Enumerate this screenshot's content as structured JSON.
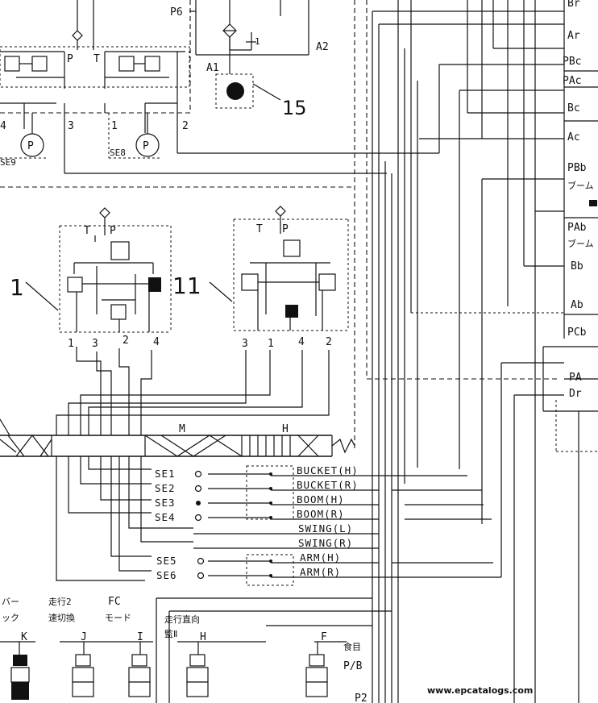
{
  "components": {
    "pump_p6": "P6",
    "port_a2": "A2",
    "port_a1": "A1",
    "ref_15": "15",
    "valve_left_ports": {
      "p": "P",
      "t": "T"
    },
    "gauge_se9": "SE9",
    "gauge_se8": "SE8",
    "gauge_symbol": "P",
    "line_4": "4",
    "line_3": "3",
    "line_1": "1",
    "line_2": "2",
    "valve_1_ref": "1",
    "valve_11_ref": "11",
    "pcv1": {
      "t": "T",
      "p": "P",
      "n1": "1",
      "n3": "3",
      "n2": "2",
      "n4": "4"
    },
    "pcv2": {
      "t": "T",
      "p": "P",
      "n3": "3",
      "n1": "1",
      "n4": "4",
      "n2": "2"
    },
    "bundle_m": "M",
    "bundle_h": "H"
  },
  "right_ports": [
    "Br",
    "Ar",
    "PBc",
    "PAc",
    "Bc",
    "Ac",
    "PBb",
    "ブーム",
    "PAb",
    "ブーム",
    "Bb",
    "Ab",
    "PCb",
    "PA",
    "Dr"
  ],
  "sensors": [
    {
      "id": "SE1",
      "label": "BUCKET(H)"
    },
    {
      "id": "SE2",
      "label": "BUCKET(R)"
    },
    {
      "id": "SE3",
      "label": "BOOM(H)"
    },
    {
      "id": "SE4",
      "label": "BOOM(R)"
    },
    {
      "id": "",
      "label": "SWING(L)"
    },
    {
      "id": "",
      "label": "SWING(R)"
    },
    {
      "id": "SE5",
      "label": "ARM(H)"
    },
    {
      "id": "SE6",
      "label": "ARM(R)"
    }
  ],
  "bottom_labels": {
    "lever": "バー",
    "lock": "ック",
    "travel2": "走行2",
    "travel2b": "速切換",
    "fc": "FC",
    "mode": "モード",
    "travel_dir": "走行直向",
    "travel_dir2": "監Ⅱ",
    "k": "K",
    "j": "J",
    "i": "I",
    "h": "H",
    "f": "F",
    "pb_top": "食目",
    "pb": "P/B",
    "p2": "P2"
  },
  "watermark": "www.epcatalogs.com"
}
